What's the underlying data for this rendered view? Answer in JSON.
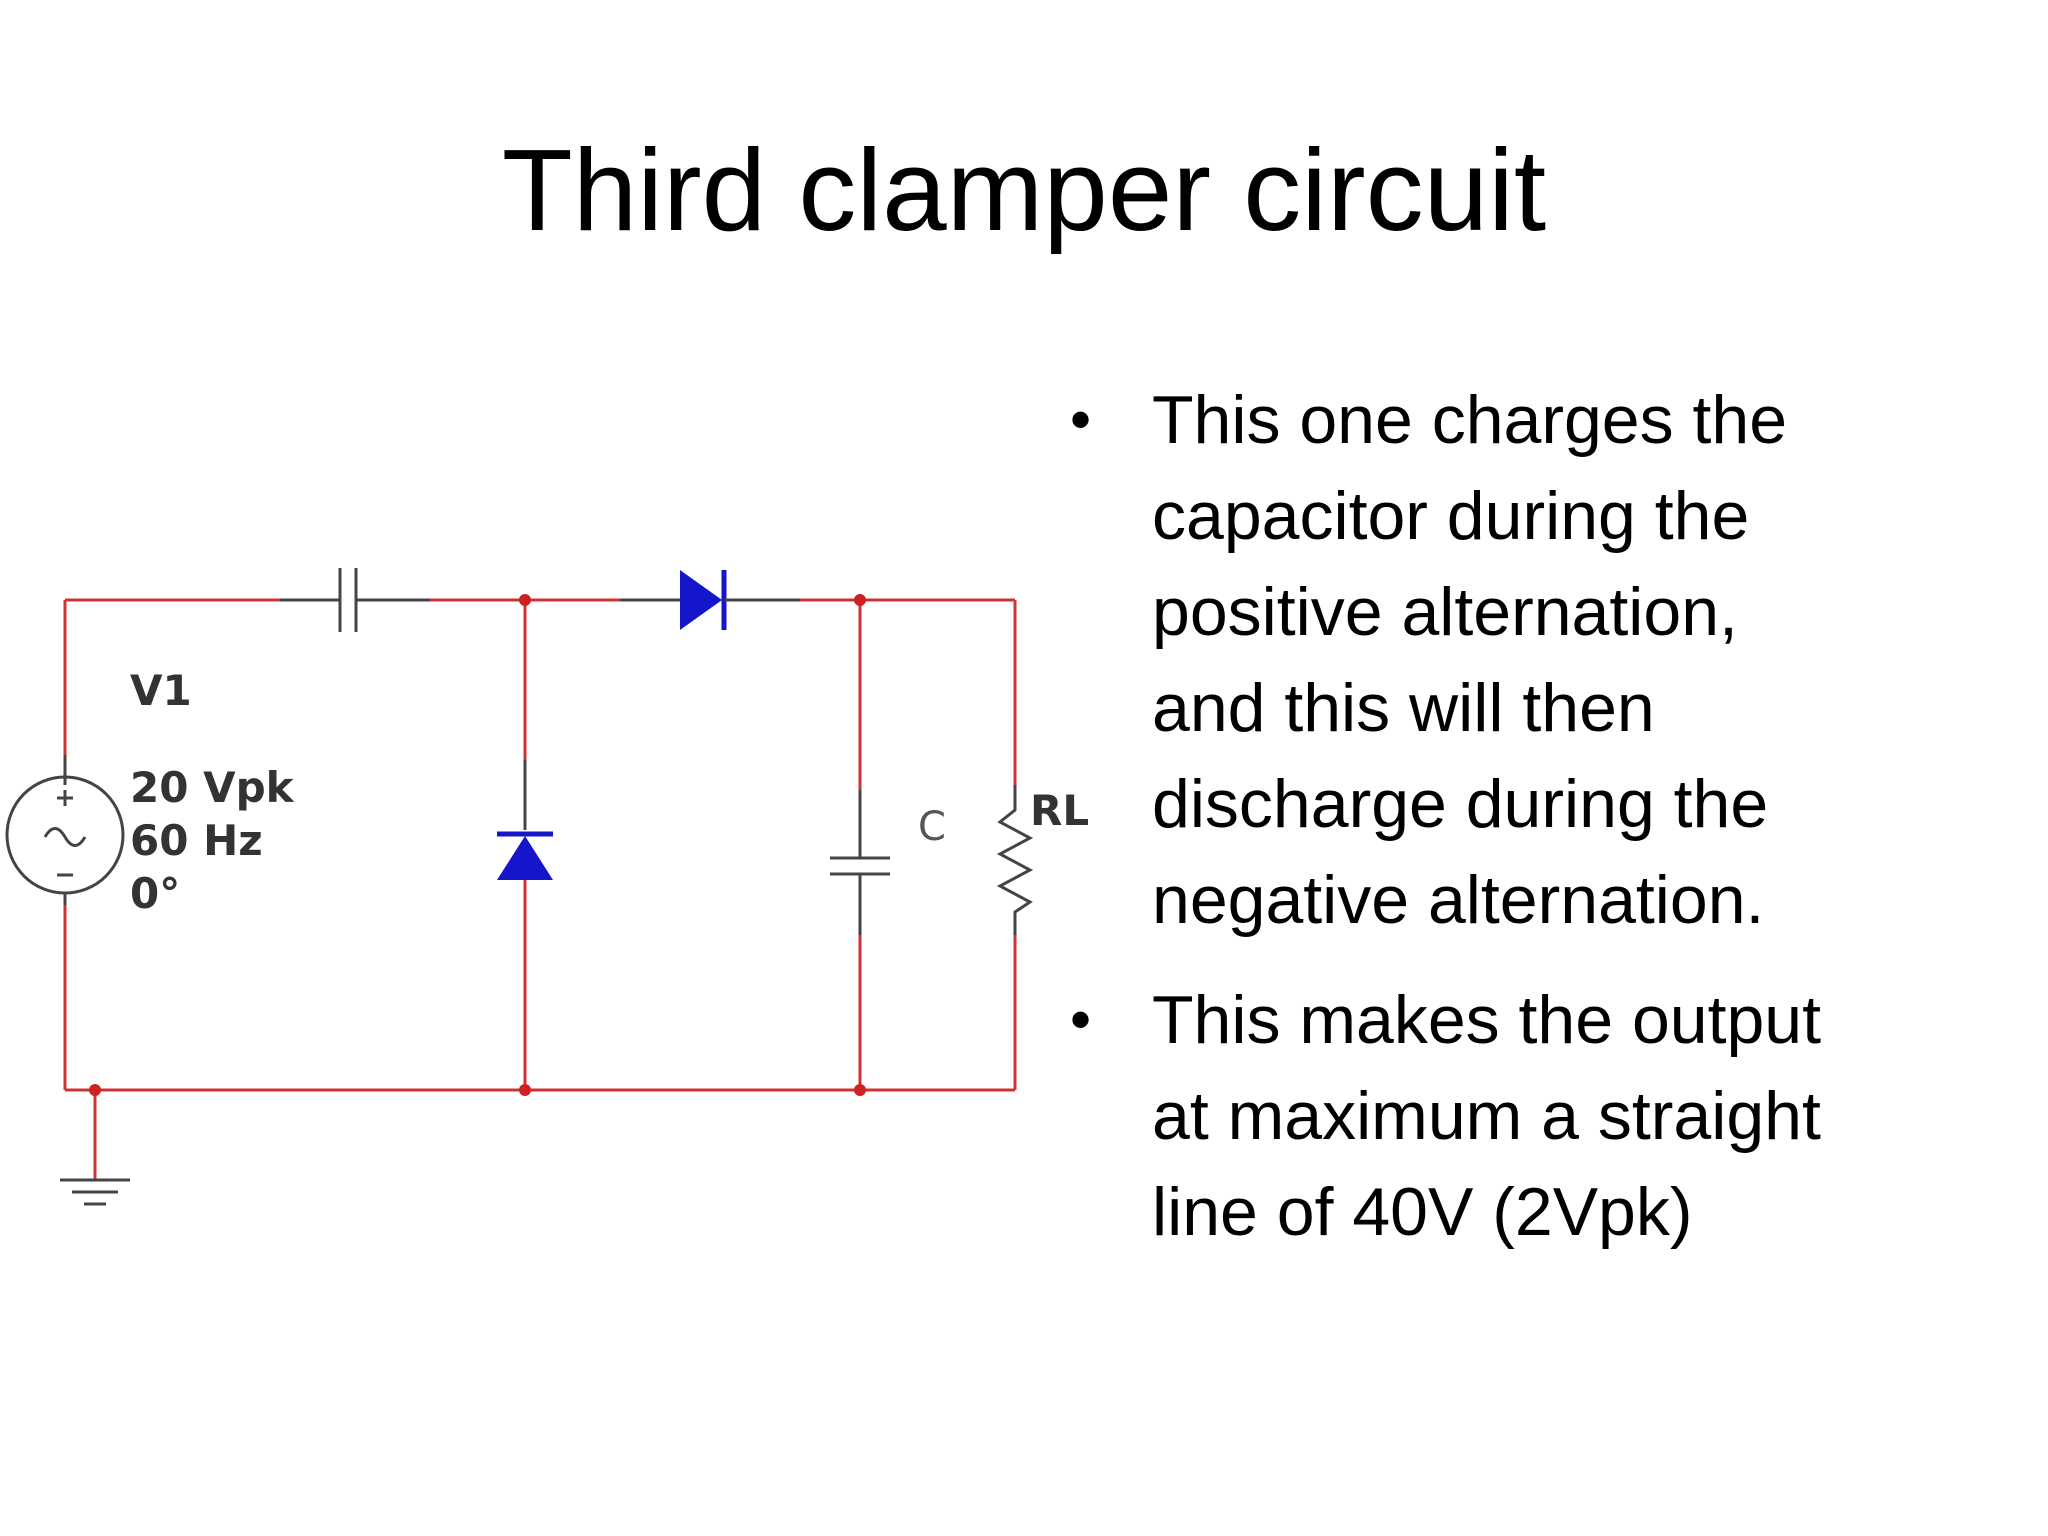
{
  "slide": {
    "title": "Third clamper circuit"
  },
  "circuit": {
    "source": {
      "name": "V1",
      "amplitude": "20 Vpk",
      "frequency": "60 Hz",
      "phase": "0°"
    },
    "capacitor_label": "C",
    "load_label": "RL",
    "colors": {
      "wire": "#cc3333",
      "component": "#444444",
      "diode": "#1515cc",
      "node": "#cc2222"
    }
  },
  "bullets": [
    {
      "lines": [
        "This one charges the",
        "capacitor during the",
        "positive alternation,",
        "and this will then",
        "discharge during the",
        "negative alternation."
      ]
    },
    {
      "lines": [
        "This makes the output",
        "at maximum a straight",
        "line of 40V (2Vpk)"
      ]
    }
  ]
}
